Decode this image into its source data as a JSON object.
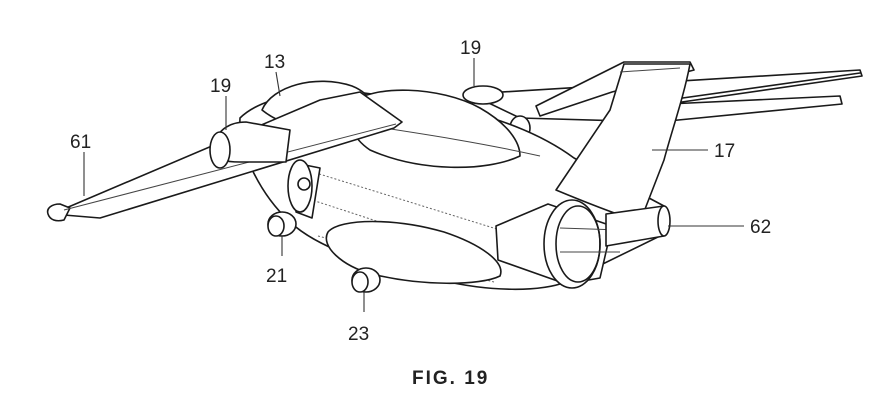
{
  "figure": {
    "caption": "FIG. 19",
    "labels": {
      "label_13": "13",
      "label_19_left": "19",
      "label_19_top": "19",
      "label_61": "61",
      "label_17": "17",
      "label_62": "62",
      "label_21": "21",
      "label_23": "23"
    }
  },
  "colors": {
    "line": "#1a1a1a",
    "background": "#ffffff"
  }
}
